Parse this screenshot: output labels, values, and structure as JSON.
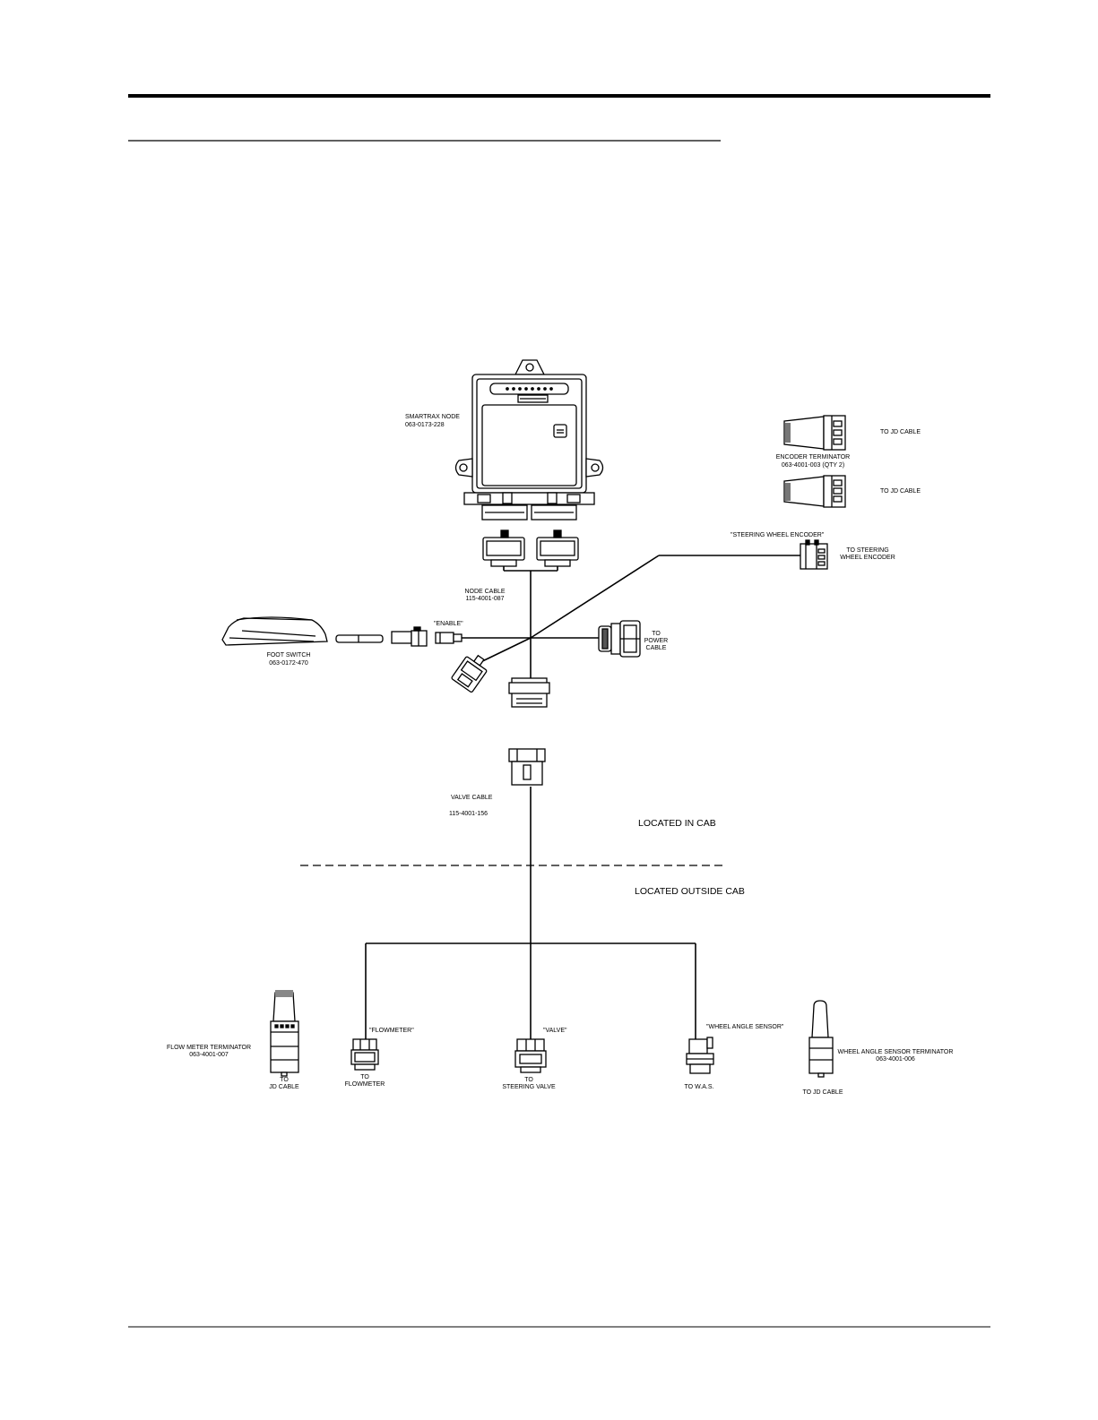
{
  "labels": {
    "node": [
      "SMARTRAX NODE",
      "063-0173-228"
    ],
    "encoder_terminator": [
      "ENCODER TERMINATOR",
      "063-4001-003 (QTY 2)"
    ],
    "to_jd_cable_1": "TO JD CABLE",
    "to_jd_cable_2": "TO JD CABLE",
    "steering_wheel_encoder_tag": "\"STEERING WHEEL ENCODER\"",
    "to_steering_wheel_encoder": [
      "TO STEERING",
      "WHEEL ENCODER"
    ],
    "node_cable": [
      "NODE CABLE",
      "115-4001-087"
    ],
    "enable_tag": "\"ENABLE\"",
    "foot_switch": [
      "FOOT SWITCH",
      "063-0172-470"
    ],
    "to_power_cable": [
      "TO",
      "POWER",
      "CABLE"
    ],
    "valve_cable": [
      "VALVE CABLE",
      "115-4001-156"
    ],
    "located_in_cab": "LOCATED  IN  CAB",
    "located_outside_cab": "LOCATED  OUTSIDE  CAB",
    "flow_meter_terminator": [
      "FLOW METER TERMINATOR",
      "063-4001-007"
    ],
    "to_jd_cable_flow": [
      "TO",
      "JD CABLE"
    ],
    "flowmeter_tag": "\"FLOWMETER\"",
    "to_flowmeter": [
      "TO",
      "FLOWMETER"
    ],
    "valve_tag": "\"VALVE\"",
    "to_steering_valve": [
      "TO",
      "STEERING VALVE"
    ],
    "wheel_angle_sensor_tag": "\"WHEEL ANGLE SENSOR\"",
    "to_was": "TO W.A.S.",
    "wheel_angle_sensor_terminator": [
      "WHEEL ANGLE SENSOR TERMINATOR",
      "063-4001-006"
    ],
    "to_jd_cable_was": "TO JD CABLE"
  }
}
